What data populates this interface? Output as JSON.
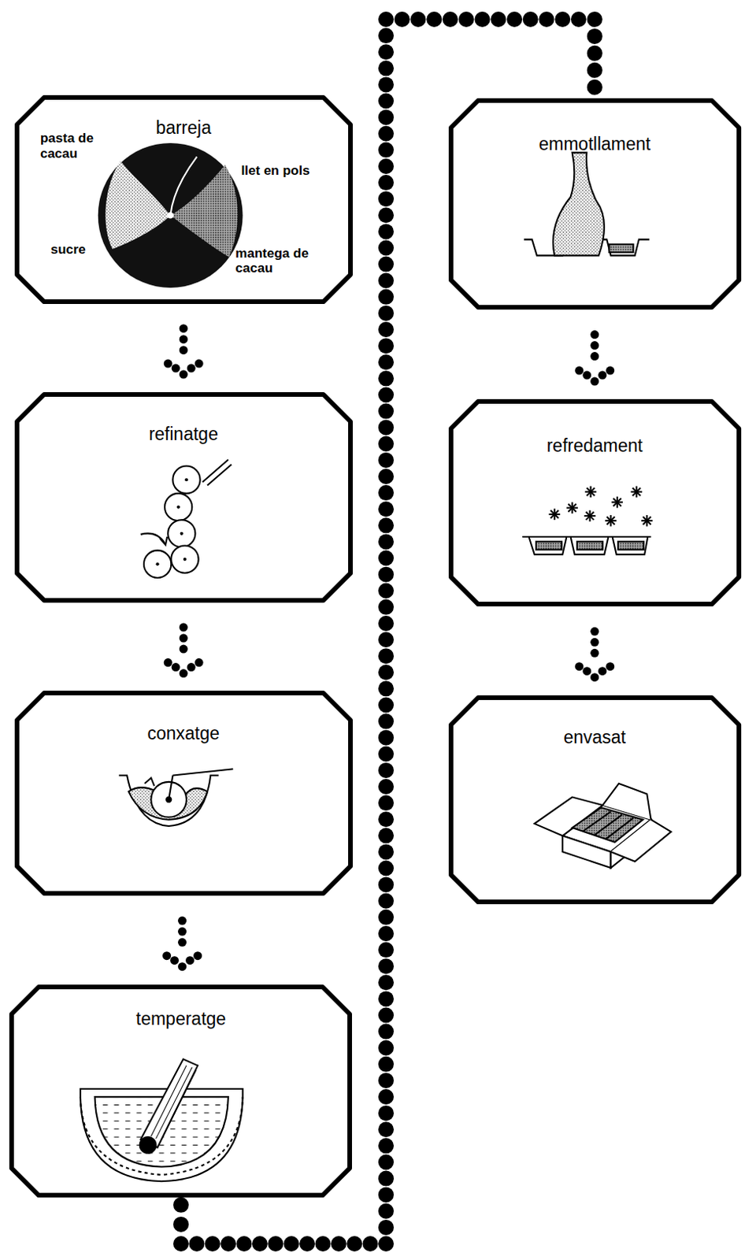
{
  "diagram": {
    "nodes": [
      {
        "text": [
          "barreja",
          "pasta de cacau",
          "llet en pols",
          "sucre",
          "mantega de cacau"
        ]
      },
      {
        "text": [
          "refinatge"
        ]
      },
      {
        "text": [
          "conxatge"
        ]
      },
      {
        "text": [
          "temperatge"
        ]
      },
      {
        "text": [
          "emmotllament"
        ]
      },
      {
        "text": [
          "refredament"
        ]
      },
      {
        "text": [
          "envasat"
        ]
      }
    ],
    "edges": [
      {
        "from": 0,
        "to": 1,
        "arrow": "to"
      },
      {
        "from": 1,
        "to": 2,
        "arrow": "to"
      },
      {
        "from": 2,
        "to": 3,
        "arrow": "to"
      },
      {
        "from": 3,
        "to": 4,
        "arrow": "none"
      },
      {
        "from": 4,
        "to": 5,
        "arrow": "to"
      },
      {
        "from": 5,
        "to": 6,
        "arrow": "to"
      }
    ]
  }
}
